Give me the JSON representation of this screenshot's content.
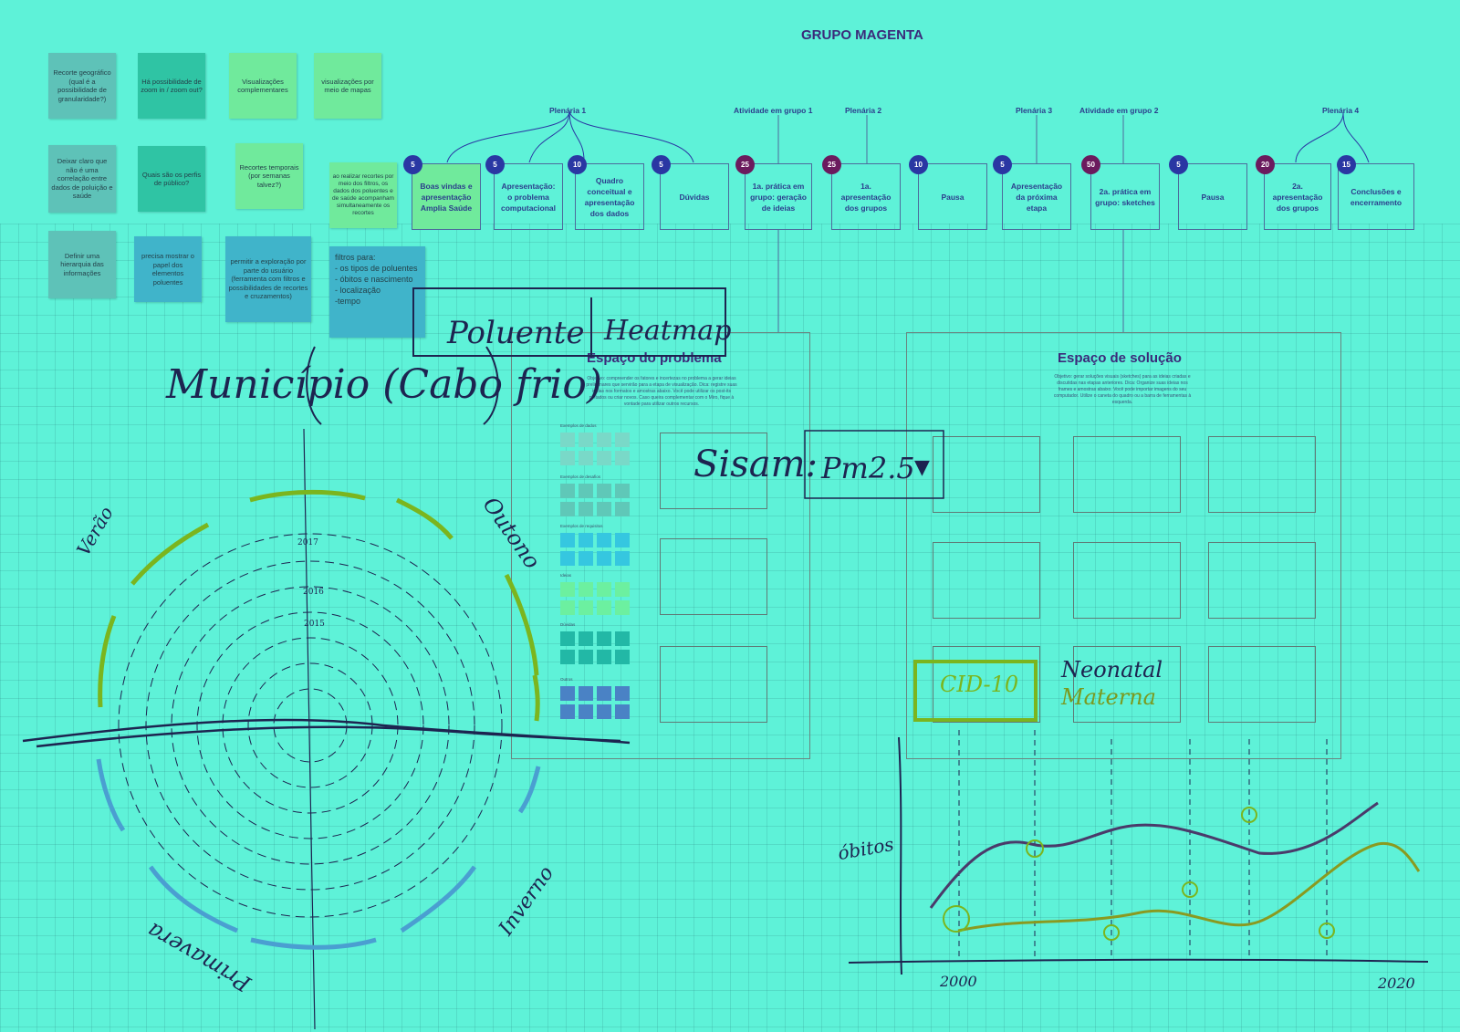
{
  "board": {
    "title": "GRUPO MAGENTA"
  },
  "stickies": [
    {
      "text": "Recorte geográfico (qual é a possibilidade de granularidade?)"
    },
    {
      "text": "Há possibilidade de zoom in / zoom out?"
    },
    {
      "text": "Visualizações complementares"
    },
    {
      "text": "visualizações por meio de mapas"
    },
    {
      "text": "Deixar claro que não é uma correlação entre dados de poluição e saúde"
    },
    {
      "text": "Quais são os perfis de público?"
    },
    {
      "text": "Recortes temporais (por semanas talvez?)"
    },
    {
      "text": "ao realizar recortes por meio dos filtros, os dados dos poluentes e de saúde acompanham simultaneamente os recortes"
    },
    {
      "text": "Definir uma hierarquia das informações"
    },
    {
      "text": "precisa mostrar o papel dos elementos poluentes"
    },
    {
      "text": "permitir a exploração por parte do usuário (ferramenta com filtros e possibilidades de recortes e cruzamentos)"
    },
    {
      "text": "filtros para:\n- os tipos de poluentes\n- óbitos e nascimento\n- localização\n-tempo"
    }
  ],
  "phase_labels": [
    "Plenária 1",
    "Atividade em grupo 1",
    "Plenária 2",
    "Plenária 3",
    "Atividade em grupo 2",
    "Plenária 4"
  ],
  "agenda": [
    {
      "minutes": "5",
      "label": "Boas vindas e apresentação Amplia Saúde",
      "color": "blue"
    },
    {
      "minutes": "5",
      "label": "Apresentação: o problema computacional",
      "color": "blue"
    },
    {
      "minutes": "10",
      "label": "Quadro conceitual e apresentação dos dados",
      "color": "blue"
    },
    {
      "minutes": "5",
      "label": "Dúvidas",
      "color": "blue"
    },
    {
      "minutes": "25",
      "label": "1a. prática em grupo: geração de ideias",
      "color": "purple"
    },
    {
      "minutes": "25",
      "label": "1a. apresentação dos grupos",
      "color": "purple"
    },
    {
      "minutes": "10",
      "label": "Pausa",
      "color": "blue"
    },
    {
      "minutes": "5",
      "label": "Apresentação da próxima etapa",
      "color": "blue"
    },
    {
      "minutes": "50",
      "label": "2a. prática em grupo: sketches",
      "color": "purple"
    },
    {
      "minutes": "5",
      "label": "Pausa",
      "color": "blue"
    },
    {
      "minutes": "20",
      "label": "2a. apresentação dos grupos",
      "color": "purple"
    },
    {
      "minutes": "15",
      "label": "Conclusões e encerramento",
      "color": "blue"
    }
  ],
  "problem_space": {
    "title": "Espaço do problema",
    "description": "Objetivo: compreender os fatores e incertezas no problema a gerar ideias preliminares que servirão para a etapa de visualização. Dica: registre suas ideias nos formatos e amostras abaixo. Você pode utilizar os post-its pintados ou criar novos. Caso queira complementar com o Miro, fique à vontade para utilizar outros recursos.",
    "sections": [
      "Exemplos de dados",
      "Exemplos de desafios",
      "Exemplos de requisitos",
      "Ideias",
      "Dúvidas",
      "Outros"
    ]
  },
  "solution_space": {
    "title": "Espaço de solução",
    "description": "Objetivo: gerar soluções visuais (sketches) para as ideias criadas e discutidas nas etapas anteriores. Dica: Organize suas ideias nos frames e amostras abaixo. Você pode importar imagens do seu computador. Utilize o caneta do quadro ou a barra de ferramentas à esquerda."
  },
  "sketch": {
    "heatmap_tabs": [
      "Poluente",
      "Heatmap"
    ],
    "municipality": "Município (Cabo frio)",
    "dropdown_prefix": "Sisam:",
    "dropdown_value": "Pm2.5",
    "dropdown_arrow": "▼",
    "seasons": [
      "Verão",
      "Outono",
      "Inverno",
      "Primavera"
    ],
    "years": [
      "2017",
      "2016",
      "2015"
    ],
    "categories": [
      "CID-10",
      "Neonatal",
      "Materna"
    ],
    "chart_ylabel": "óbitos",
    "chart_xstart": "2000",
    "chart_xend": "2020"
  },
  "colors": {
    "board": "#5ef2d8",
    "badge_blue": "#2a37a3",
    "badge_purple": "#6b1b5e",
    "ink_dark": "#1d2450",
    "ink_green": "#7bb51e",
    "ink_blue": "#4a9fd1"
  }
}
